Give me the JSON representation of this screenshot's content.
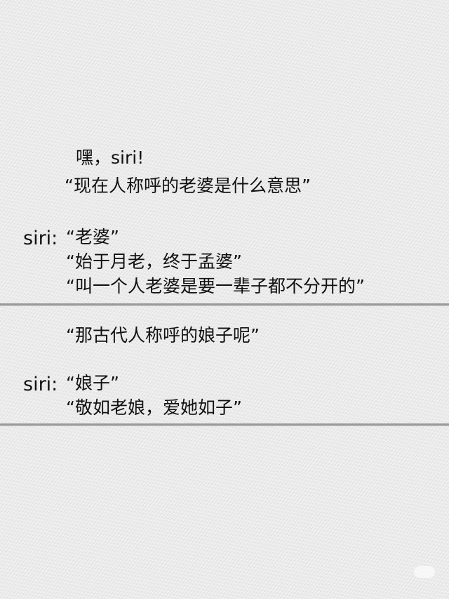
{
  "dialogue": {
    "user_1": [
      "嘿，siri!",
      "“现在人称呼的老婆是什么意思”"
    ],
    "siri_label": "siri:",
    "siri_1": [
      "“老婆”",
      "“始于月老，终于孟婆”",
      "“叫一个人老婆是要一辈子都不分开的”"
    ],
    "user_2": [
      "“那古代人称呼的娘子呢”"
    ],
    "siri_2": [
      "“娘子”",
      "“敬如老娘，爱她如子”"
    ]
  },
  "colors": {
    "text": "#111111",
    "background": "#e9e9e9",
    "divider": "#9a9a9a"
  }
}
